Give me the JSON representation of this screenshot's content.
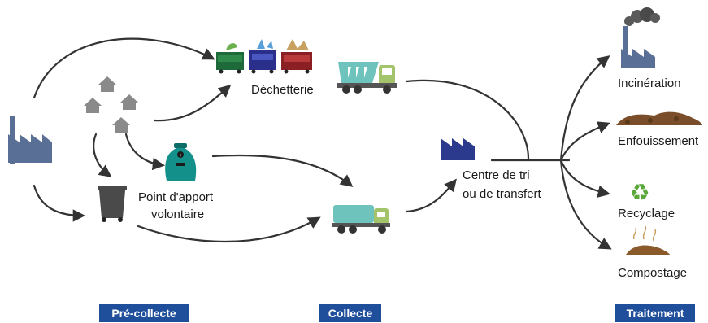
{
  "nodes": {
    "decheterie": "Déchetterie",
    "point_apport_line1": "Point d'apport",
    "point_apport_line2": "volontaire",
    "centre_line1": "Centre de tri",
    "centre_line2": "ou de transfert",
    "incineration": "Incinération",
    "enfouissement": "Enfouissement",
    "recyclage": "Recyclage",
    "compostage": "Compostage"
  },
  "phases": {
    "pre_collecte": "Pré-collecte",
    "collecte": "Collecte",
    "traitement": "Traitement"
  },
  "colors": {
    "arrow": "#333333",
    "factory": "#5a6f96",
    "factory_dark": "#2b3a8c",
    "house": "#8a8a8a",
    "truck_body": "#6fc3bd",
    "truck_cab": "#a3c46a",
    "container_teal": "#14908a",
    "bin": "#4a4a4a",
    "phase_bg": "#1f4f9a",
    "recycle": "#5aa83a",
    "soil": "#8a5a2b"
  }
}
